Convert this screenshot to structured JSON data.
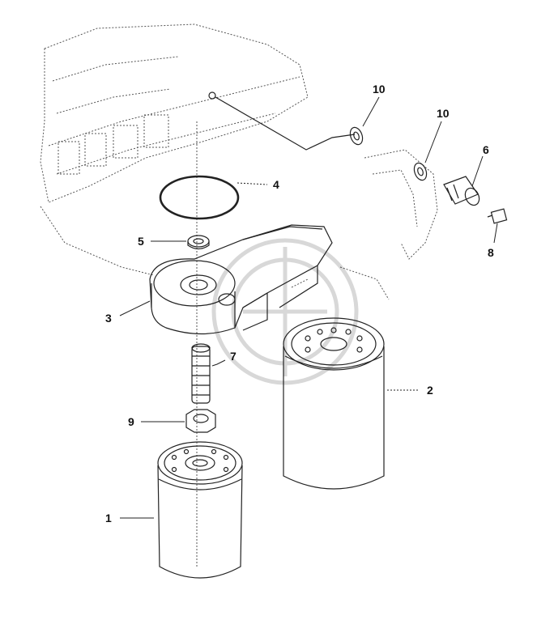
{
  "diagram": {
    "callouts": [
      {
        "id": "1",
        "label": "1"
      },
      {
        "id": "2",
        "label": "2"
      },
      {
        "id": "3",
        "label": "3"
      },
      {
        "id": "4",
        "label": "4"
      },
      {
        "id": "5",
        "label": "5"
      },
      {
        "id": "6",
        "label": "6"
      },
      {
        "id": "7",
        "label": "7"
      },
      {
        "id": "8",
        "label": "8"
      },
      {
        "id": "9",
        "label": "9"
      },
      {
        "id": "10a",
        "label": "10"
      },
      {
        "id": "10b",
        "label": "10"
      }
    ]
  }
}
